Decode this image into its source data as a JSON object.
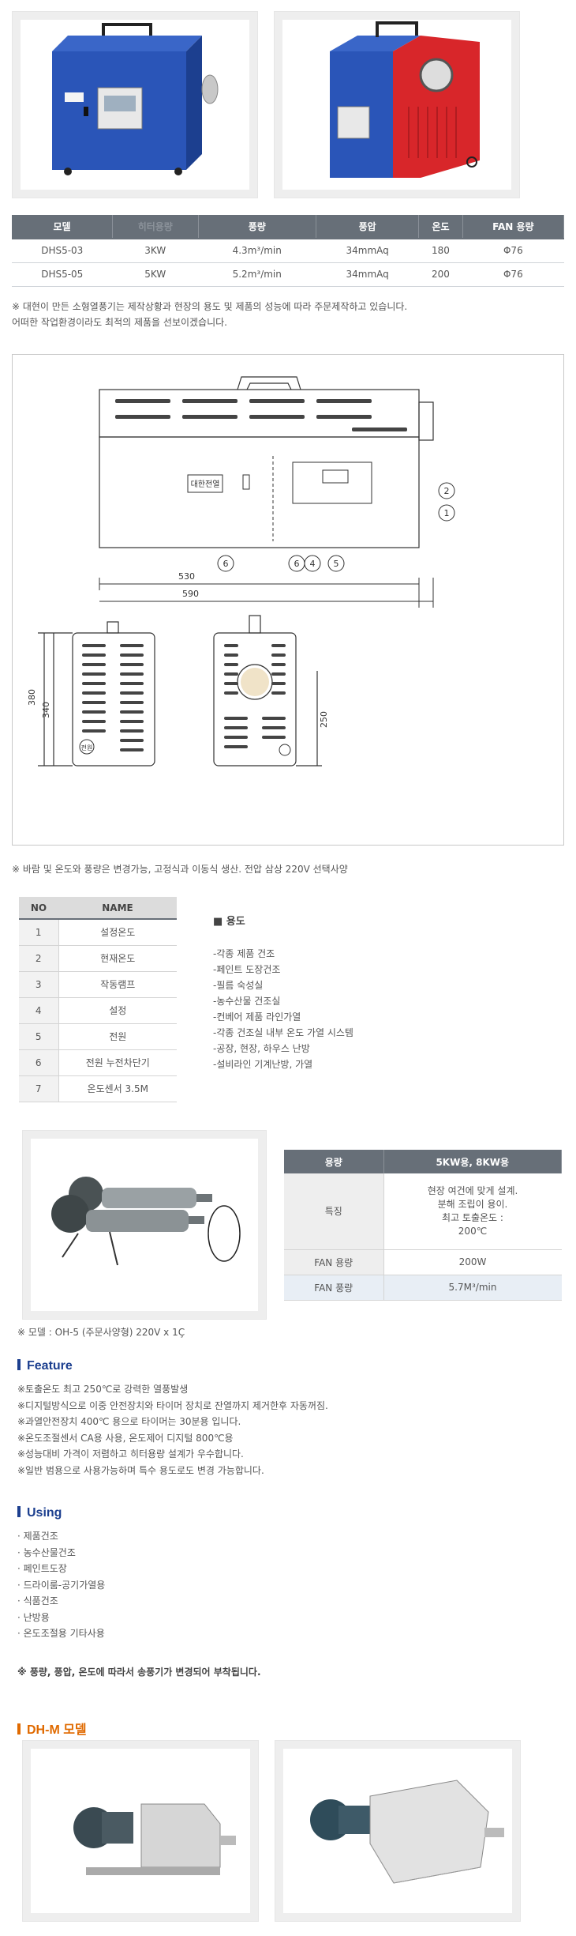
{
  "spec_table": {
    "headers": [
      "모델",
      "히터용량",
      "풍량",
      "풍압",
      "온도",
      "FAN 용량"
    ],
    "rows": [
      [
        "DHS5-03",
        "3KW",
        "4.3m³/min",
        "34mmAq",
        "180",
        "Φ76"
      ],
      [
        "DHS5-05",
        "5KW",
        "5.2m³/min",
        "34mmAq",
        "200",
        "Φ76"
      ]
    ]
  },
  "spec_note": {
    "line1": "※ 대현이 만든 소형열풍기는 제작상황과 현장의 용도 및 제품의 성능에 따라 주문제작하고 있습니다.",
    "line2": "어떠한 작업환경이라도 최적의 제품을 선보이겠습니다."
  },
  "drawing": {
    "panel_label": "대한전열",
    "power_label": "전원",
    "dim_530": "530",
    "dim_590": "590",
    "dim_380": "380",
    "dim_340": "340",
    "dim_250": "250",
    "callouts": [
      "1",
      "2",
      "4",
      "5",
      "6",
      "6"
    ]
  },
  "drawing_note": "※ 바람 및 온도와 풍량은 변경가능, 고정식과 이동식 생산. 전압 삼상 220V 선택사양",
  "parts_table": {
    "headers": [
      "NO",
      "NAME"
    ],
    "rows": [
      [
        "1",
        "설정온도"
      ],
      [
        "2",
        "현재온도"
      ],
      [
        "3",
        "작동램프"
      ],
      [
        "4",
        "설정"
      ],
      [
        "5",
        "전원"
      ],
      [
        "6",
        "전원 누전차단기"
      ],
      [
        "7",
        "온도센서 3.5M"
      ]
    ]
  },
  "usage": {
    "title": "■ 용도",
    "items": [
      "-각종 제품 건조",
      "-페인트 도장건조",
      "-필름 숙성실",
      "-농수산물 건조실",
      "-컨베어 제품 라인가열",
      "-각종 건조실 내부 온도 가열 시스템",
      "-공장, 현장, 하우스 난방",
      "-설비라인 기계난방, 가열"
    ]
  },
  "heater_table": {
    "headers": [
      "용량",
      "5KW용, 8KW용"
    ],
    "feature_label": "특징",
    "feature_lines": [
      "현장 여건에 맞게 설계.",
      "분해 조립이 용이.",
      "최고 토출온도 :",
      "200℃"
    ],
    "fan_capacity_label": "FAN 용량",
    "fan_capacity": "200W",
    "fan_flow_label": "FAN 풍량",
    "fan_flow": "5.7M³/min"
  },
  "heater_note": "※ 모델 : OH-5 (주문사양형) 220V x 1Ç",
  "feature": {
    "title": "Feature",
    "items": [
      "※토출온도 최고 250℃로 강력한 열풍발생",
      "※디지털방식으로 이중 안전장치와 타이머 장치로 잔열까지 제거한후 자동꺼짐.",
      "※과열안전장치 400℃ 용으로 타이머는 30분용 입니다.",
      "※온도조절센서 CA용 사용, 온도제어 디지털 800℃용",
      "※성능대비 가격이 저렴하고 히터용량 설계가 우수합니다.",
      "※일반 범용으로 사용가능하며 특수 용도로도 변경 가능합니다."
    ]
  },
  "using": {
    "title": "Using",
    "items": [
      "· 제품건조",
      "· 농수산물건조",
      "· 페인트도장",
      "· 드라이룸-공기가열용",
      "· 식품건조",
      "· 난방용",
      "· 온도조절용 기타사용"
    ],
    "note": "※ 풍량, 풍압, 온도에 따라서 송풍기가 변경되어 부착됩니다."
  },
  "dhm": {
    "title": "DH-M 모델"
  },
  "colors": {
    "heater_blue": "#2a55b8",
    "heater_red": "#d8262a",
    "table_header": "#676f78",
    "title_blue": "#1c3f8f",
    "title_orange": "#e06a00"
  }
}
